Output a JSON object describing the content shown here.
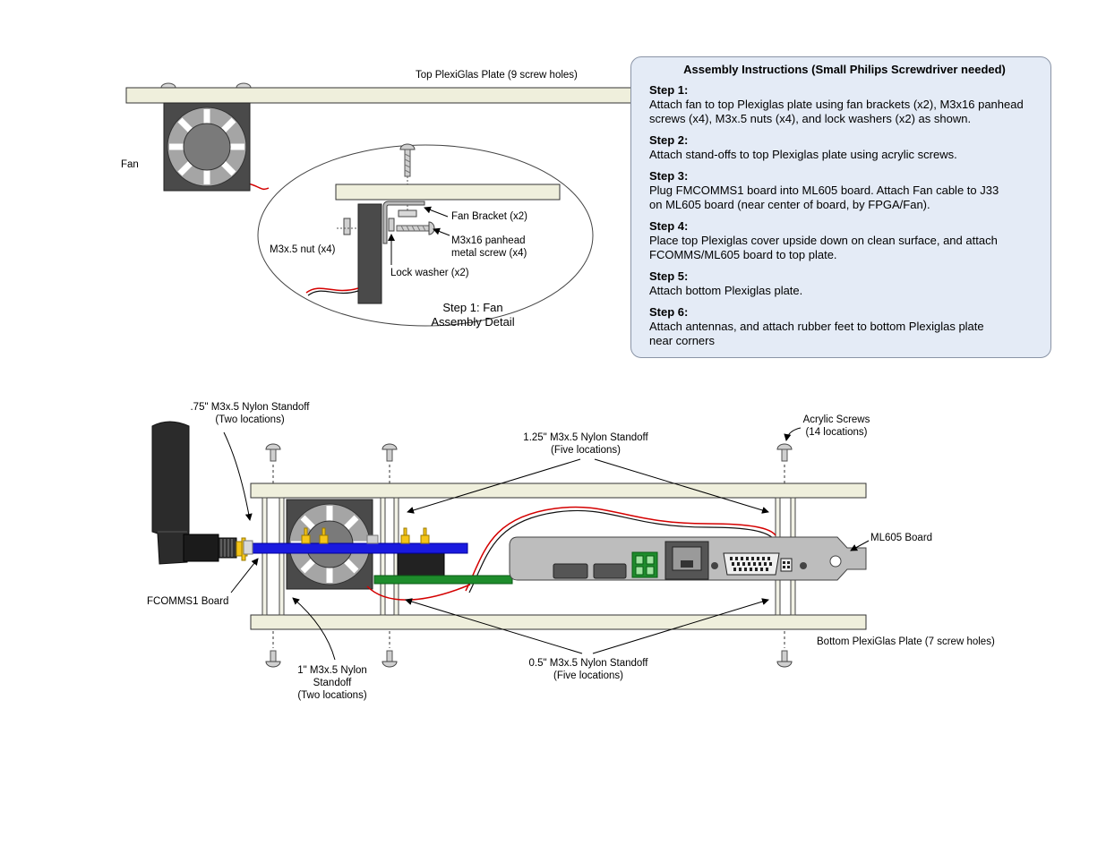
{
  "diagram": {
    "top_plate_label": "Top PlexiGlas Plate (9 screw holes)",
    "fan_label": "Fan",
    "detail": {
      "fan_bracket": "Fan Bracket (x2)",
      "screw_line1": "M3x16 panhead",
      "screw_line2": "metal screw (x4)",
      "nut": "M3x.5 nut (x4)",
      "lock_washer": "Lock washer (x2)",
      "title_line1": "Step 1: Fan",
      "title_line2": "Assembly Detail"
    },
    "side_view": {
      "standoff_075_line1": ".75\" M3x.5 Nylon Standoff",
      "standoff_075_line2": "(Two locations)",
      "standoff_125_line1": "1.25\" M3x.5 Nylon Standoff",
      "standoff_125_line2": "(Five locations)",
      "acrylic_line1": "Acrylic Screws",
      "acrylic_line2": "(14 locations)",
      "ml605": "ML605 Board",
      "fmcomms1": "FCOMMS1 Board",
      "bottom_plate": "Bottom PlexiGlas Plate (7 screw holes)",
      "standoff_1_line1": "1\" M3x.5 Nylon",
      "standoff_1_line2": "Standoff",
      "standoff_1_line3": "(Two locations)",
      "standoff_05_line1": "0.5\" M3x.5 Nylon Standoff",
      "standoff_05_line2": "(Five locations)"
    }
  },
  "instructions": {
    "title": "Assembly Instructions (Small Philips Screwdriver needed)",
    "steps": [
      {
        "head": "Step 1:",
        "text": "Attach fan to top Plexiglas plate using fan brackets (x2), M3x16 panhead\nscrews (x4), M3x.5 nuts (x4), and lock washers (x2) as shown."
      },
      {
        "head": "Step 2:",
        "text": "Attach stand-offs to top Plexiglas plate using acrylic screws."
      },
      {
        "head": "Step 3:",
        "text": "Plug FMCOMMS1 board into ML605 board. Attach Fan cable to J33\non ML605 board (near center of board, by FPGA/Fan)."
      },
      {
        "head": "Step 4:",
        "text": "Place top Plexiglas cover upside down on clean surface, and attach\nFCOMMS/ML605 board to top plate."
      },
      {
        "head": "Step 5:",
        "text": "Attach bottom Plexiglas plate."
      },
      {
        "head": "Step 6:",
        "text": "Attach antennas, and attach rubber feet to bottom Plexiglas plate\nnear corners"
      }
    ]
  },
  "colors": {
    "plate": "#efefdc",
    "instructions_bg": "#e4ebf6",
    "fmcomms_board": "#1a1adf",
    "pcb_green": "#1e8c2c",
    "connector_gold": "#f5c518",
    "bracket_gray": "#bdbdbd",
    "cable_red": "#d40000"
  }
}
